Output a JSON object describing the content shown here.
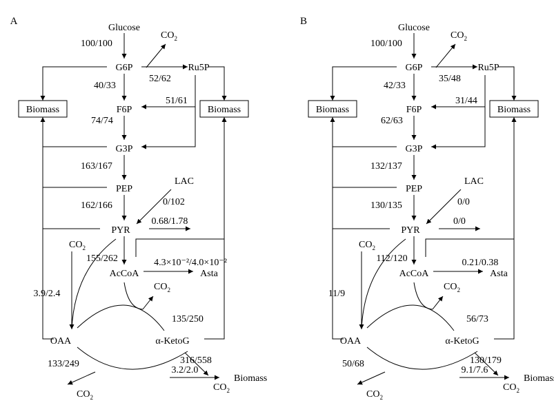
{
  "panels": [
    {
      "letter": "A",
      "nodes": {
        "glucose": "Glucose",
        "g6p": "G6P",
        "ru5p": "Ru5P",
        "f6p": "F6P",
        "g3p": "G3P",
        "pep": "PEP",
        "lac": "LAC",
        "pyr": "PYR",
        "accoa": "AcCoA",
        "asta": "Asta",
        "oaa": "OAA",
        "akg": "α-KetoG",
        "biomass_left": "Biomass",
        "biomass_right": "Biomass",
        "biomass_out": "Biomass",
        "co2_main": "CO",
        "co2_sub": "2"
      },
      "fluxes": {
        "glucose_g6p": "100/100",
        "g6p_ru5p": "52/62",
        "g6p_f6p": "40/33",
        "ru5p_f6p": "51/61",
        "f6p_g3p": "74/74",
        "g3p_pep": "163/167",
        "pep_pyr": "162/166",
        "lac_pyr": "0/102",
        "pyr_out": "0.68/1.78",
        "pyr_accoa": "155/262",
        "accoa_asta": "4.3×10⁻²/4.0×10⁻²",
        "co2_oaa": "3.9/2.4",
        "tca": "135/250",
        "oaa_co2": "133/249",
        "akg_co2": "316/558",
        "biomass_out": "3.2/2.0"
      }
    },
    {
      "letter": "B",
      "nodes": {
        "glucose": "Glucose",
        "g6p": "G6P",
        "ru5p": "Ru5P",
        "f6p": "F6P",
        "g3p": "G3P",
        "pep": "PEP",
        "lac": "LAC",
        "pyr": "PYR",
        "accoa": "AcCoA",
        "asta": "Asta",
        "oaa": "OAA",
        "akg": "α-KetoG",
        "biomass_left": "Biomass",
        "biomass_right": "Biomass",
        "biomass_out": "Biomass",
        "co2_main": "CO",
        "co2_sub": "2"
      },
      "fluxes": {
        "glucose_g6p": "100/100",
        "g6p_ru5p": "35/48",
        "g6p_f6p": "42/33",
        "ru5p_f6p": "31/44",
        "f6p_g3p": "62/63",
        "g3p_pep": "132/137",
        "pep_pyr": "130/135",
        "lac_pyr": "0/0",
        "pyr_out": "0/0",
        "pyr_accoa": "112/120",
        "accoa_asta": "0.21/0.38",
        "co2_oaa": "11/9",
        "tca": "56/73",
        "oaa_co2": "50/68",
        "akg_co2": "130/179",
        "biomass_out": "9.1/7.6"
      }
    }
  ]
}
